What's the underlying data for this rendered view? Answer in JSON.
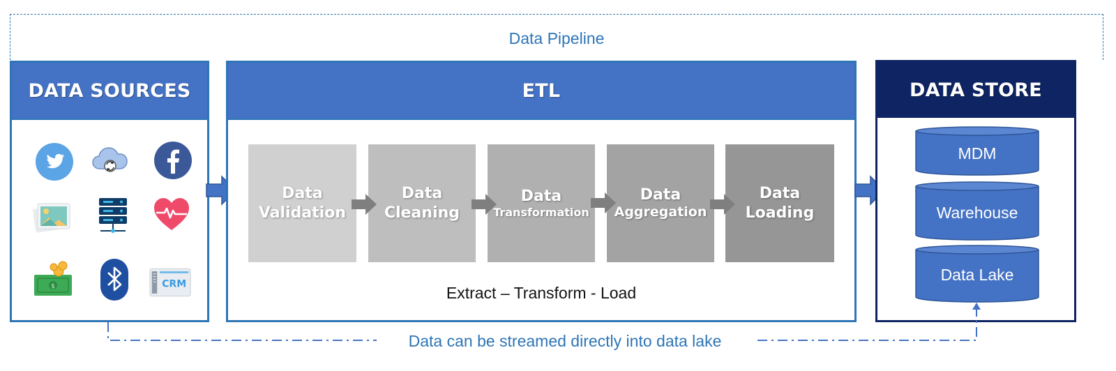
{
  "pipeline": {
    "title": "Data Pipeline"
  },
  "sources": {
    "title": "DATA SOURCES",
    "icons": [
      "twitter-icon",
      "cloud-sync-icon",
      "facebook-icon",
      "photos-icon",
      "server-icon",
      "heart-rate-icon",
      "money-icon",
      "bluetooth-icon",
      "crm-icon"
    ],
    "crm_text": "CRM"
  },
  "etl": {
    "title": "ETL",
    "steps": [
      {
        "line1": "Data",
        "line2": "Validation",
        "color": "#D0D0D0"
      },
      {
        "line1": "Data",
        "line2": "Cleaning",
        "color": "#BEBEBE"
      },
      {
        "line1": "Data",
        "line2": "Transformation",
        "color": "#B0B0B0"
      },
      {
        "line1": "Data",
        "line2": "Aggregation",
        "color": "#A3A3A3"
      },
      {
        "line1": "Data",
        "line2": "Loading",
        "color": "#969696"
      }
    ],
    "caption": "Extract – Transform - Load"
  },
  "store": {
    "title": "DATA STORE",
    "items": [
      "MDM",
      "Warehouse",
      "Data Lake"
    ]
  },
  "stream_note": "Data can be streamed directly into data lake",
  "colors": {
    "accent": "#2E75B6",
    "panel_blue": "#4472C4",
    "store_navy": "#0E2463",
    "arrow_gray": "#7F7F7F"
  }
}
